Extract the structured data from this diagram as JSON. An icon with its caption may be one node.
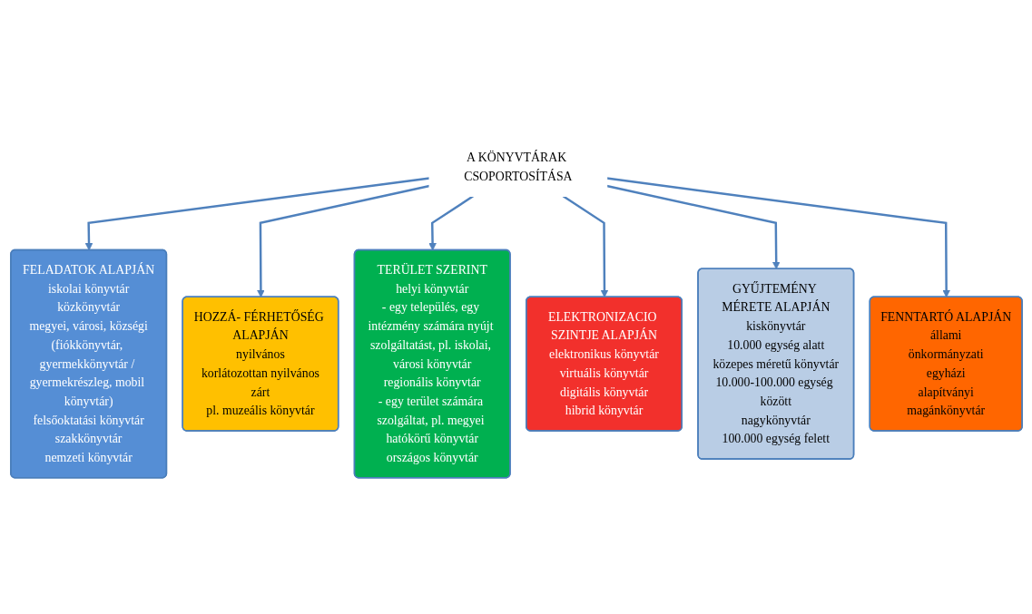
{
  "diagram": {
    "nodes": [
      {
        "text": [
          "A KÖNYVTÁRAK CSOPORTOSÍTÁSA"
        ]
      },
      {
        "text": [
          "FELADATOK ALAPJÁN",
          "iskolai könyvtár",
          "közkönyvtár",
          "megyei, városi, községi",
          "(fiókkönyvtár, gyermekkönyvtár / gyermekrészleg, mobil könyvtár)",
          "felsőoktatási könyvtár",
          "szakkönyvtár",
          "nemzeti könyvtár"
        ]
      },
      {
        "text": [
          "HOZZÁ- FÉRHETŐSÉG ALAPJÁN",
          "nyilvános",
          "korlátozottan nyilvános",
          "zárt",
          "pl. muzeális könyvtár"
        ]
      },
      {
        "text": [
          "TERÜLET SZERINT",
          "helyi könyvtár",
          "- egy település, egy intézmény számára nyújt szolgáltatást, pl. iskolai, városi könyvtár",
          "regionális könyvtár",
          "- egy terület számára szolgáltat, pl. megyei hatókörű könyvtár",
          "országos könyvtár"
        ]
      },
      {
        "text": [
          "ELEKTRONIZACIO SZINTJE ALAPJÁN",
          "elektronikus könyvtár",
          "virtuális könyvtár",
          "digitális könyvtár",
          "hibrid könyvtár"
        ]
      },
      {
        "text": [
          "GYŰJTEMÉNY MÉRETE ALAPJÁN",
          "kiskönyvtár",
          "10.000 egység alatt",
          "közepes méretű könyvtár",
          "10.000-100.000 egység között",
          "nagykönyvtár",
          "100.000 egység felett"
        ]
      },
      {
        "text": [
          "FENNTARTÓ ALAPJÁN",
          "állami",
          "önkormányzati",
          "egyházi",
          "alapítványi",
          "magánkönyvtár"
        ]
      }
    ],
    "edges": [
      {
        "from": 0,
        "to": 1,
        "arrow": "to"
      },
      {
        "from": 0,
        "to": 2,
        "arrow": "to"
      },
      {
        "from": 0,
        "to": 3,
        "arrow": "to"
      },
      {
        "from": 0,
        "to": 4,
        "arrow": "to"
      },
      {
        "from": 0,
        "to": 5,
        "arrow": "to"
      },
      {
        "from": 0,
        "to": 6,
        "arrow": "to"
      }
    ]
  }
}
